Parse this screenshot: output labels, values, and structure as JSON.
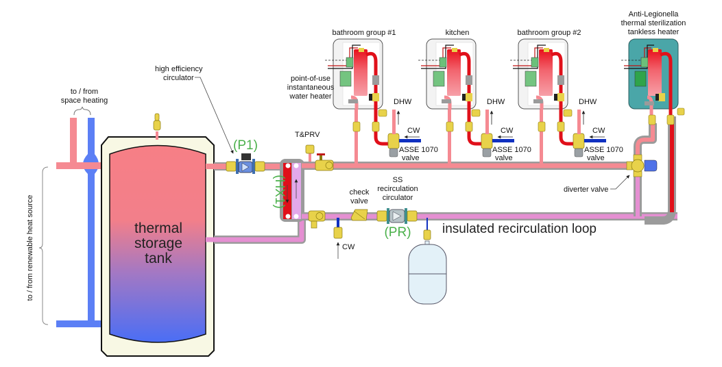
{
  "title": "Thermal storage tank feeding point-of-use instantaneous water heaters via insulated recirculation loop",
  "colors": {
    "hot_pipe": "#f58a92",
    "very_hot_pipe": "#e0101a",
    "cold_pipe": "#5b7ff5",
    "cw_line": "#1030c0",
    "recirc_pipe": "#e58fd2",
    "insulation": "#9b9b9b",
    "brass": "#e8d24a",
    "tank_jacket": "#f8f8e4",
    "tank_hot": "#f77f86",
    "tank_cold": "#4a6ef5",
    "heater_box": "#f3f3f3",
    "sterilization_box": "#4aa6a8",
    "label_green": "#4ab04a",
    "expansion_tank": "#e3f1f8",
    "diverter_actuator": "#4f72e8"
  },
  "labels": {
    "space_heating": [
      "to / from",
      "space heating"
    ],
    "renewable_source": "to / from renewable heat source",
    "tank": [
      "thermal",
      "storage",
      "tank"
    ],
    "high_eff_circ": [
      "high efficiency",
      "circulator"
    ],
    "p1": "(P1)",
    "tprv": "T&PRV",
    "hx1": "(HX1)",
    "pou_heater": [
      "point-of-use",
      "instantaneous",
      "water heater"
    ],
    "check_valve": [
      "check",
      "valve"
    ],
    "ss_circ": [
      "SS",
      "recirculation",
      "circulator"
    ],
    "pr": "(PR)",
    "cw": "CW",
    "recirc_loop": "insulated recirculation loop",
    "diverter": "diverter valve",
    "sterilization_heater": [
      "Anti-Legionella",
      "thermal sterilization",
      "tankless heater"
    ]
  },
  "heater_groups": [
    {
      "title": "bathroom group #1",
      "outlet": "DHW",
      "inlet": "CW",
      "valve": [
        "ASSE 1070",
        "valve"
      ]
    },
    {
      "title": "kitchen",
      "outlet": "DHW",
      "inlet": "CW",
      "valve": [
        "ASSE 1070",
        "valve"
      ]
    },
    {
      "title": "bathroom group #2",
      "outlet": "DHW",
      "inlet": "CW",
      "valve": [
        "ASSE 1070",
        "valve"
      ]
    }
  ]
}
